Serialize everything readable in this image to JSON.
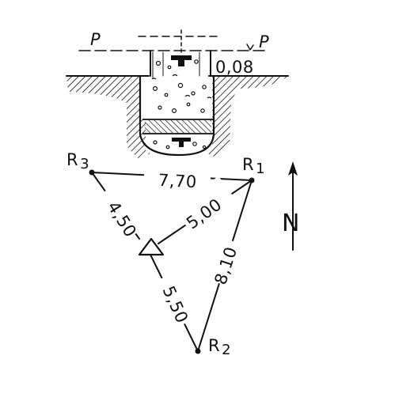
{
  "section": {
    "level_label_left": "P",
    "level_label_right": "P",
    "offset_value": "0,08"
  },
  "plan": {
    "points": [
      {
        "label": "R",
        "sub": "1"
      },
      {
        "label": "R",
        "sub": "2"
      },
      {
        "label": "R",
        "sub": "3"
      }
    ],
    "distances": {
      "r3_r1": "7,70",
      "r3_station": "4,50",
      "r1_station": "5,00",
      "r1_r2": "8,10",
      "r2_station": "5,50"
    },
    "north_label": "N"
  }
}
